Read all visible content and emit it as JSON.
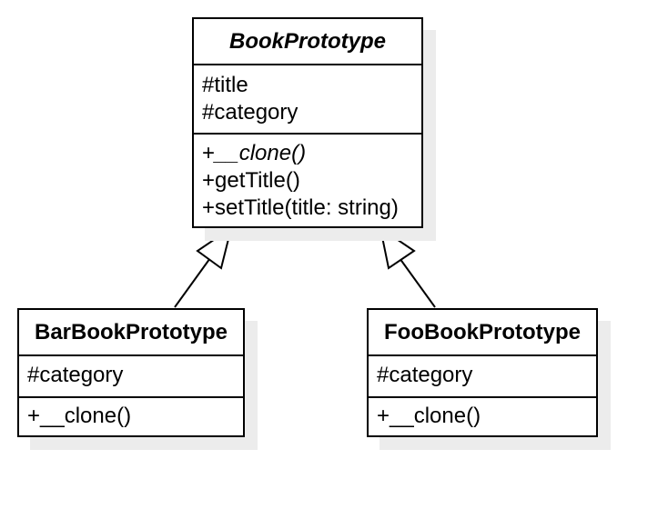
{
  "diagram": {
    "base_class": {
      "name": "BookPrototype",
      "abstract": true,
      "attributes": [
        "#title",
        "#category"
      ],
      "methods": [
        {
          "prefix": "+",
          "name": "__clone()",
          "abstract": true
        },
        {
          "prefix": "+",
          "name": "getTitle()",
          "abstract": false
        },
        {
          "prefix": "+",
          "name": "setTitle(title: string)",
          "abstract": false
        }
      ]
    },
    "subclasses": [
      {
        "name": "BarBookPrototype",
        "attributes": [
          "#category"
        ],
        "methods": [
          "+__clone()"
        ]
      },
      {
        "name": "FooBookPrototype",
        "attributes": [
          "#category"
        ],
        "methods": [
          "+__clone()"
        ]
      }
    ],
    "relationships": [
      {
        "type": "generalization",
        "from": "BarBookPrototype",
        "to": "BookPrototype"
      },
      {
        "type": "generalization",
        "from": "FooBookPrototype",
        "to": "BookPrototype"
      }
    ],
    "colors": {
      "line": "#000000",
      "box_fill": "#ffffff",
      "shadow": "#ececec"
    }
  }
}
